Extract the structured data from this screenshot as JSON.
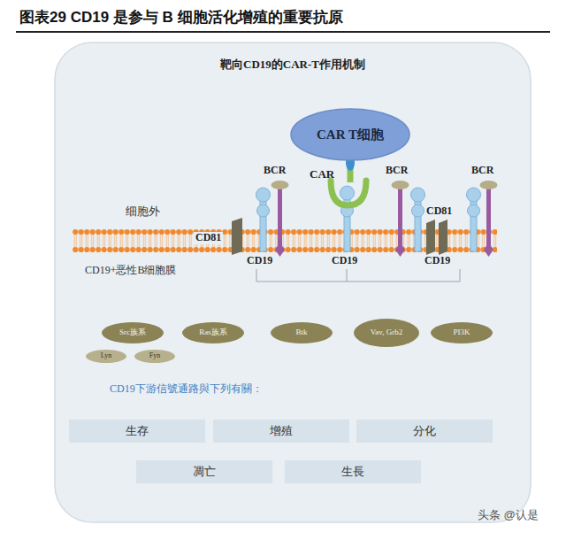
{
  "diagram": {
    "title": "图表29 CD19 是参与 B 细胞活化增殖的重要抗原",
    "nodes": [
      {
        "text": [
          "靶向CD19的CAR-T作用机制"
        ]
      },
      {
        "text": [
          "CAR T细胞"
        ],
        "in": 0
      },
      {
        "text": [
          "Src族系"
        ],
        "in": 0
      },
      {
        "text": [
          "Ras族系"
        ],
        "in": 0
      },
      {
        "text": [
          "Btk"
        ],
        "in": 0
      },
      {
        "text": [
          "Vav, Grb2"
        ],
        "in": 0
      },
      {
        "text": [
          "PI3K"
        ],
        "in": 0
      },
      {
        "text": [
          "Lyn"
        ],
        "in": 0
      },
      {
        "text": [
          "Fyn"
        ],
        "in": 0
      },
      {
        "text": [
          "生存"
        ],
        "in": 0
      },
      {
        "text": [
          "增殖"
        ],
        "in": 0
      },
      {
        "text": [
          "分化"
        ],
        "in": 0
      },
      {
        "text": [
          "凋亡"
        ],
        "in": 0
      },
      {
        "text": [
          "生長"
        ],
        "in": 0
      }
    ],
    "labels": [
      "CAR",
      "BCR",
      "BCR",
      "BCR",
      "细胞外",
      "CD81",
      "CD81",
      "CD19",
      "CD19",
      "CD19",
      "CD19+恶性B细胞膜",
      "CD19下游信號通路與下列有關：",
      "头条 @认是"
    ]
  }
}
